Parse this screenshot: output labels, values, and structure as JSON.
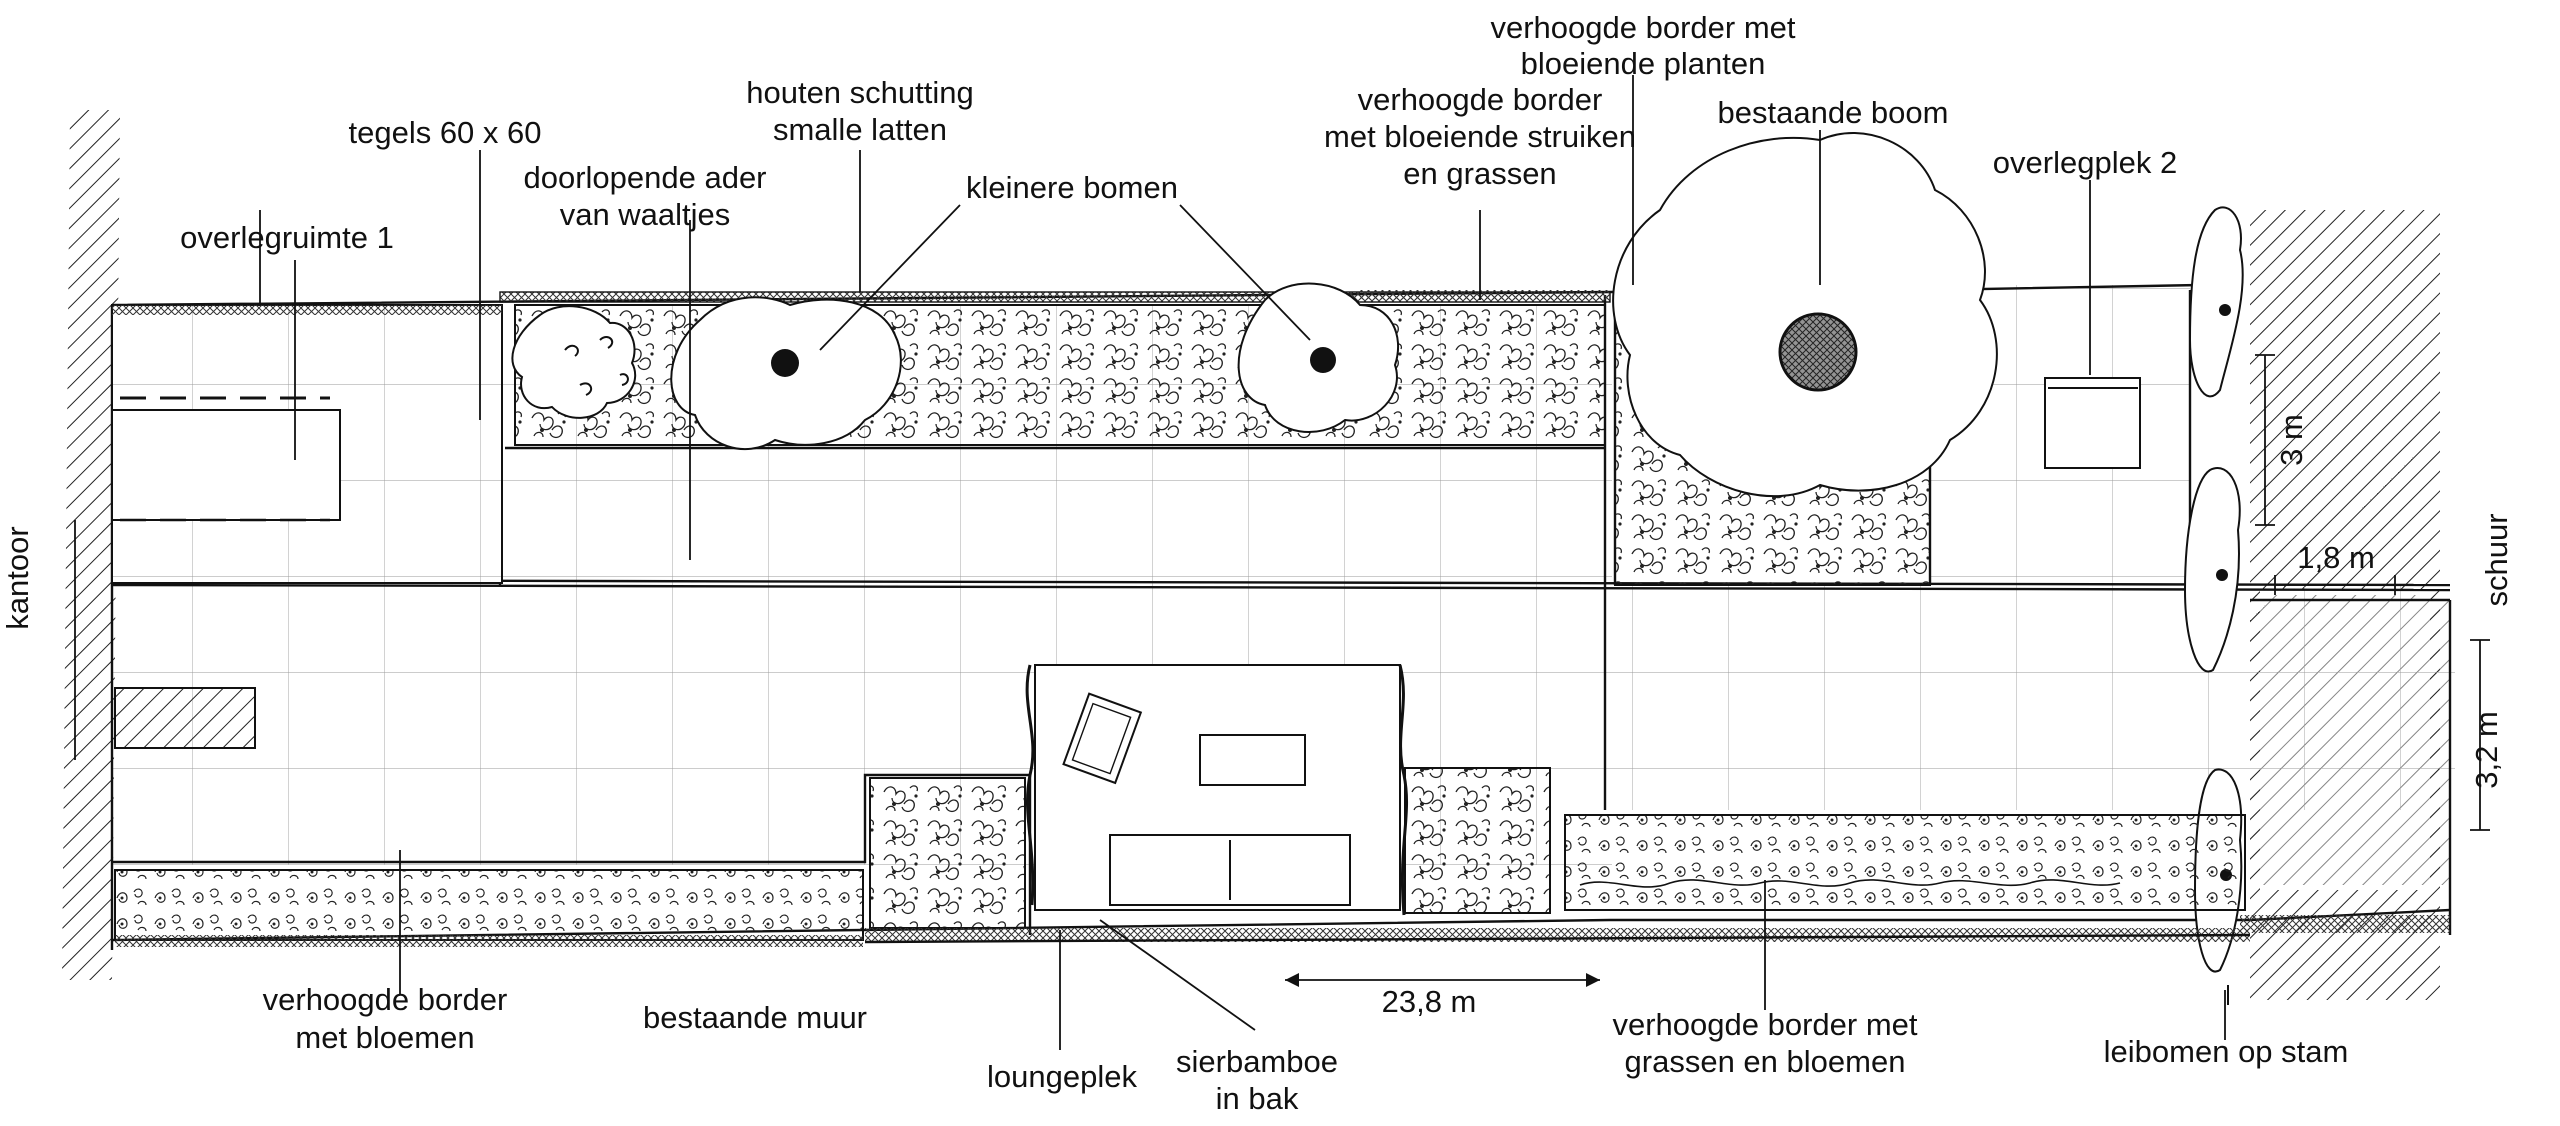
{
  "labels": {
    "verhoogde_border_planten_l1": "verhoogde border met",
    "verhoogde_border_planten_l2": "bloeiende planten",
    "houten_schutting_l1": "houten schutting",
    "houten_schutting_l2": "smalle latten",
    "tegels": "tegels 60 x 60",
    "bestaande_boom": "bestaande boom",
    "doorlopende_ader_l1": "doorlopende ader",
    "doorlopende_ader_l2": "van waaltjes",
    "verhoogde_border_struiken_l1": "verhoogde border",
    "verhoogde_border_struiken_l2": "met bloeiende struiken",
    "verhoogde_border_struiken_l3": "en grassen",
    "overlegplek_2": "overlegplek 2",
    "kleinere_bomen": "kleinere bomen",
    "overlegruimte_1": "overlegruimte 1",
    "kantoor": "kantoor",
    "schuur": "schuur",
    "verhoogde_border_bloemen_l1": "verhoogde border",
    "verhoogde_border_bloemen_l2": "met bloemen",
    "bestaande_muur": "bestaande muur",
    "loungeplek": "loungeplek",
    "sierbamboe_l1": "sierbamboe",
    "sierbamboe_l2": "in bak",
    "verhoogde_border_grassen_l1": "verhoogde border met",
    "verhoogde_border_grassen_l2": "grassen en bloemen",
    "leibomen": "leibomen op stam"
  },
  "dimensions": {
    "d_3m": "3 m",
    "d_1_8m": "1,8 m",
    "d_3_2m": "3,2 m",
    "d_23_8m": "23,8 m"
  }
}
